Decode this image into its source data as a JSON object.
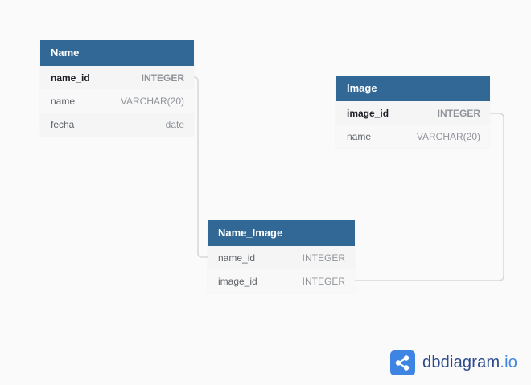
{
  "diagram": {
    "tables": [
      {
        "name": "Name",
        "fields": [
          {
            "name": "name_id",
            "type": "INTEGER",
            "pk": true
          },
          {
            "name": "name",
            "type": "VARCHAR(20)",
            "pk": false
          },
          {
            "name": "fecha",
            "type": "date",
            "pk": false
          }
        ]
      },
      {
        "name": "Image",
        "fields": [
          {
            "name": "image_id",
            "type": "INTEGER",
            "pk": true
          },
          {
            "name": "name",
            "type": "VARCHAR(20)",
            "pk": false
          }
        ]
      },
      {
        "name": "Name_Image",
        "fields": [
          {
            "name": "name_id",
            "type": "INTEGER",
            "pk": false
          },
          {
            "name": "image_id",
            "type": "INTEGER",
            "pk": false
          }
        ]
      }
    ],
    "relations": [
      {
        "from": "Name.name_id",
        "to": "Name_Image.name_id"
      },
      {
        "from": "Image.image_id",
        "to": "Name_Image.image_id"
      }
    ]
  },
  "brand": {
    "name": "dbdiagram",
    "tld": ".io",
    "icon": "share-nodes-icon",
    "color": "#3e84e3"
  },
  "colors": {
    "header": "#316896",
    "link": "#d6d8dc",
    "background": "#fafafb"
  }
}
